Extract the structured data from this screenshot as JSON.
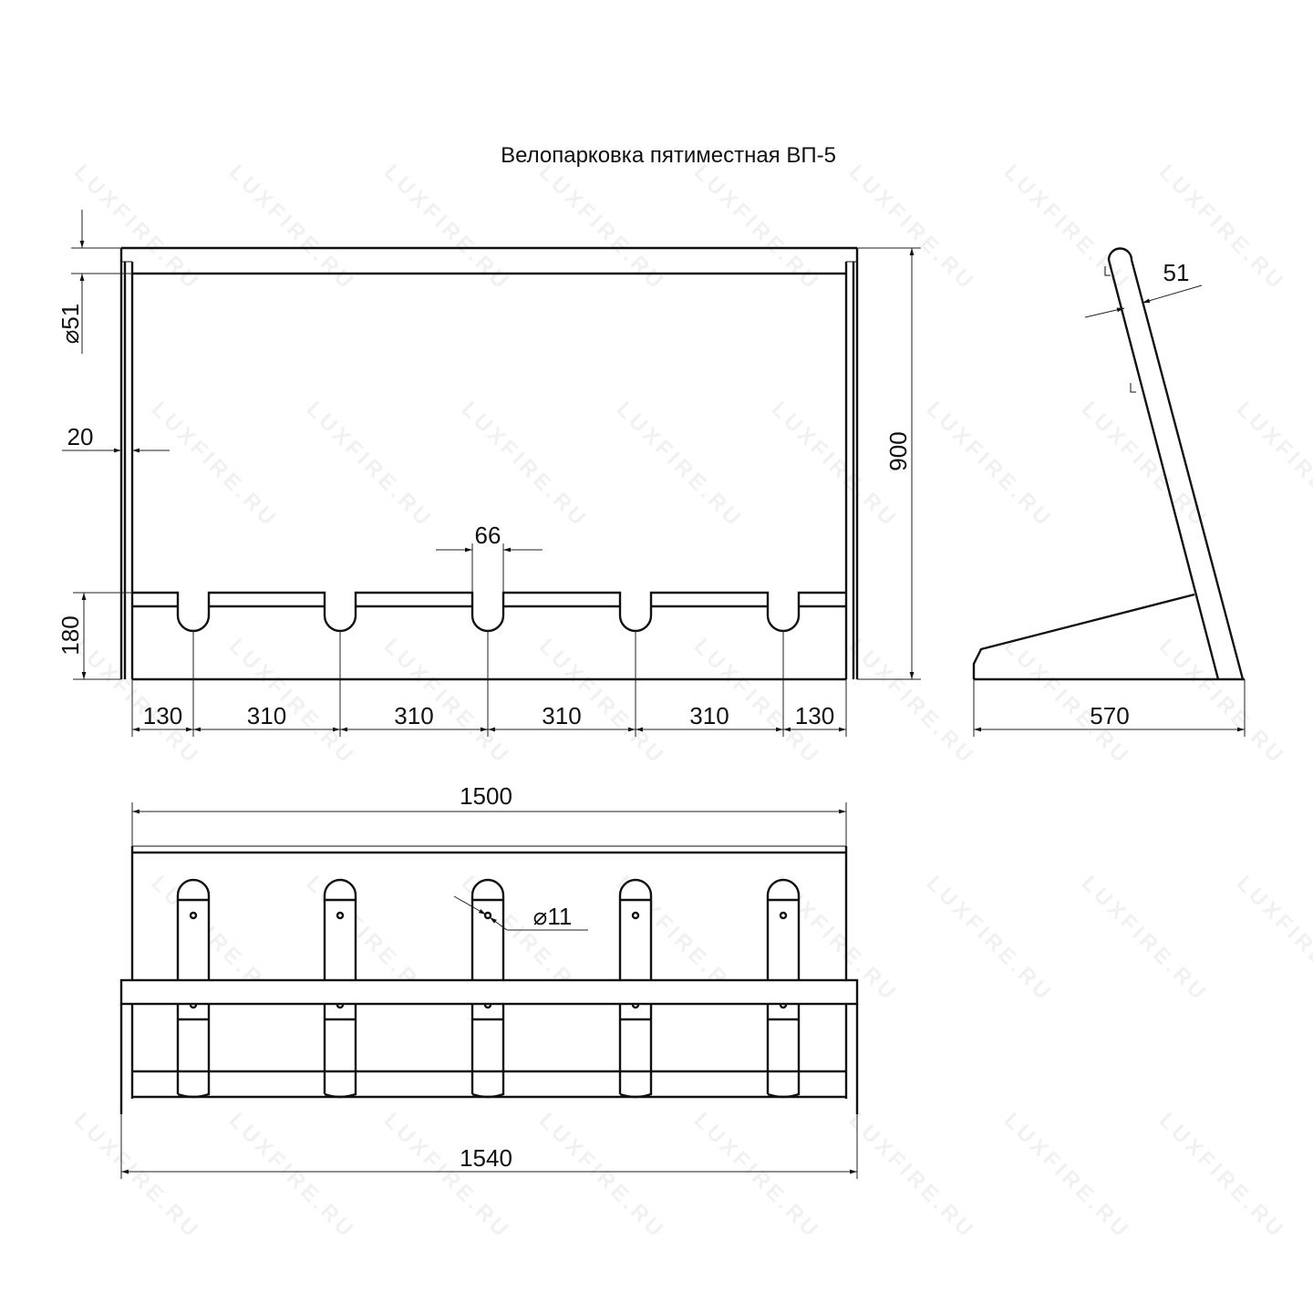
{
  "title": "Велопарковка пятиместная ВП-5",
  "watermark": "LUXFIRE.RU",
  "front_view": {
    "dim_tube_diameter": "⌀51",
    "dim_post_thickness": "20",
    "dim_slot_width": "66",
    "dim_lower_bar_height": "180",
    "dim_height": "900",
    "bottom_dims": [
      "130",
      "310",
      "310",
      "310",
      "310",
      "130"
    ]
  },
  "side_view": {
    "dim_tube": "51",
    "dim_depth": "570"
  },
  "top_view": {
    "dim_inner_width": "1500",
    "dim_outer_width": "1540",
    "dim_hole": "⌀11"
  }
}
